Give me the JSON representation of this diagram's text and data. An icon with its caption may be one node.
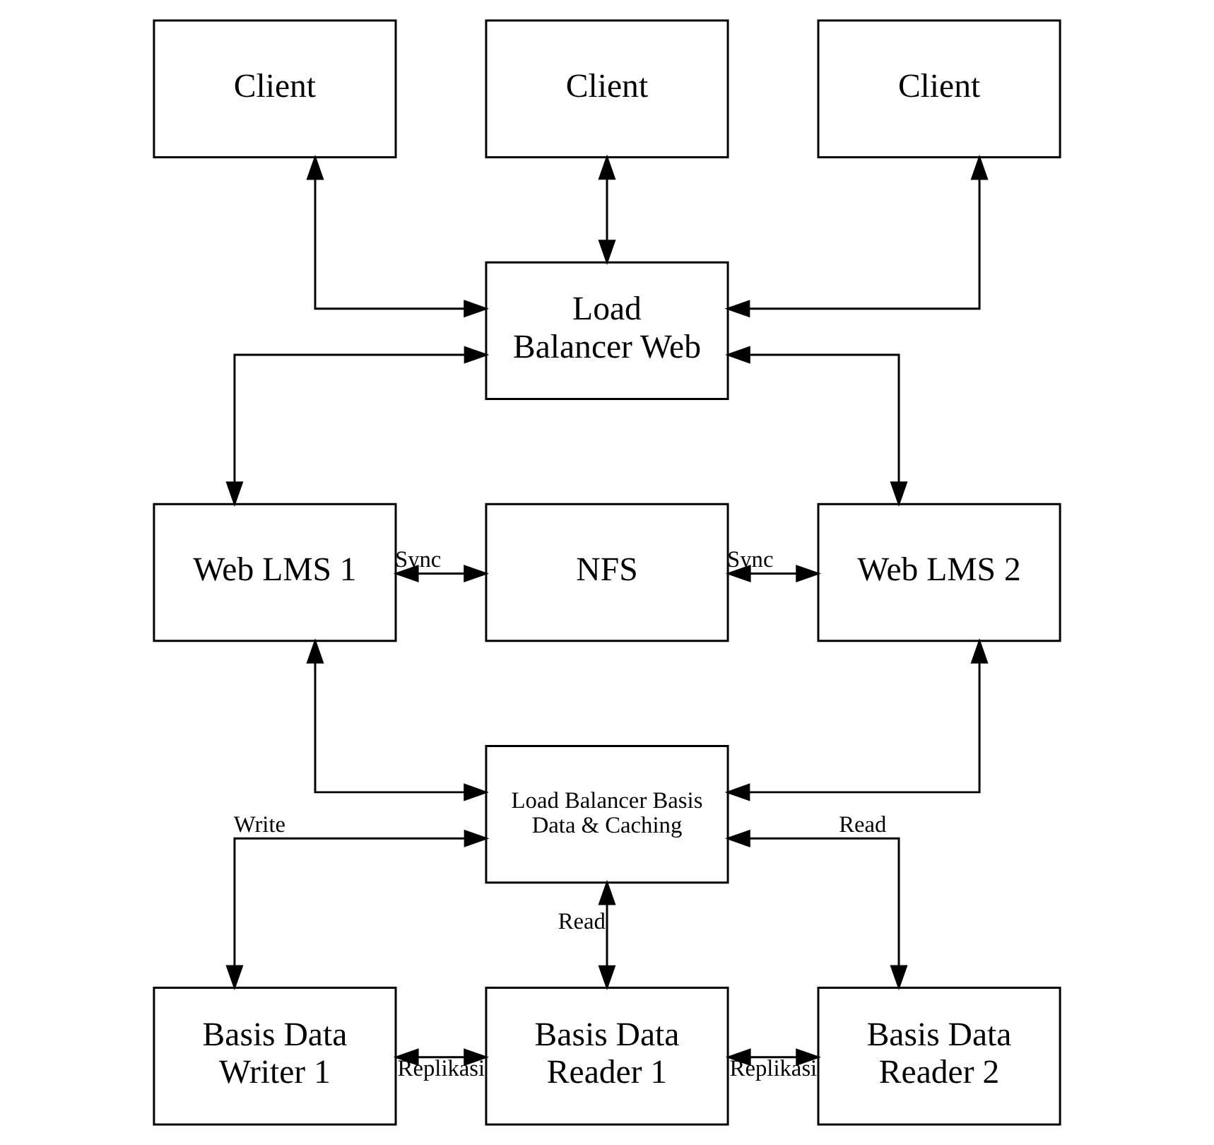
{
  "diagram": {
    "nodes": [
      {
        "text": [
          "Client"
        ]
      },
      {
        "text": [
          "Client"
        ]
      },
      {
        "text": [
          "Client"
        ]
      },
      {
        "text": [
          "Load Balancer Web"
        ]
      },
      {
        "text": [
          "Web LMS 1"
        ]
      },
      {
        "text": [
          "NFS"
        ]
      },
      {
        "text": [
          "Web LMS 2"
        ]
      },
      {
        "text": [
          "Load Balancer Basis Data & Caching"
        ]
      },
      {
        "text": [
          "Basis Data Writer 1"
        ]
      },
      {
        "text": [
          "Basis Data Reader 1"
        ]
      },
      {
        "text": [
          "Basis Data Reader 2"
        ]
      }
    ],
    "edges": [
      {
        "from": 0,
        "to": 3,
        "arrow": "both"
      },
      {
        "from": 1,
        "to": 3,
        "arrow": "both"
      },
      {
        "from": 2,
        "to": 3,
        "arrow": "both"
      },
      {
        "from": 3,
        "to": 4,
        "arrow": "both"
      },
      {
        "from": 3,
        "to": 6,
        "arrow": "both"
      },
      {
        "from": 4,
        "to": 5,
        "arrow": "both",
        "label": "Sync"
      },
      {
        "from": 5,
        "to": 6,
        "arrow": "both",
        "label": "Sync"
      },
      {
        "from": 4,
        "to": 7,
        "arrow": "both"
      },
      {
        "from": 6,
        "to": 7,
        "arrow": "both"
      },
      {
        "from": 7,
        "to": 8,
        "arrow": "both",
        "label": "Write"
      },
      {
        "from": 7,
        "to": 9,
        "arrow": "both",
        "label": "Read"
      },
      {
        "from": 7,
        "to": 10,
        "arrow": "both",
        "label": "Read"
      },
      {
        "from": 8,
        "to": 9,
        "arrow": "both",
        "label": "Replikasi"
      },
      {
        "from": 9,
        "to": 10,
        "arrow": "both",
        "label": "Replikasi"
      }
    ]
  }
}
